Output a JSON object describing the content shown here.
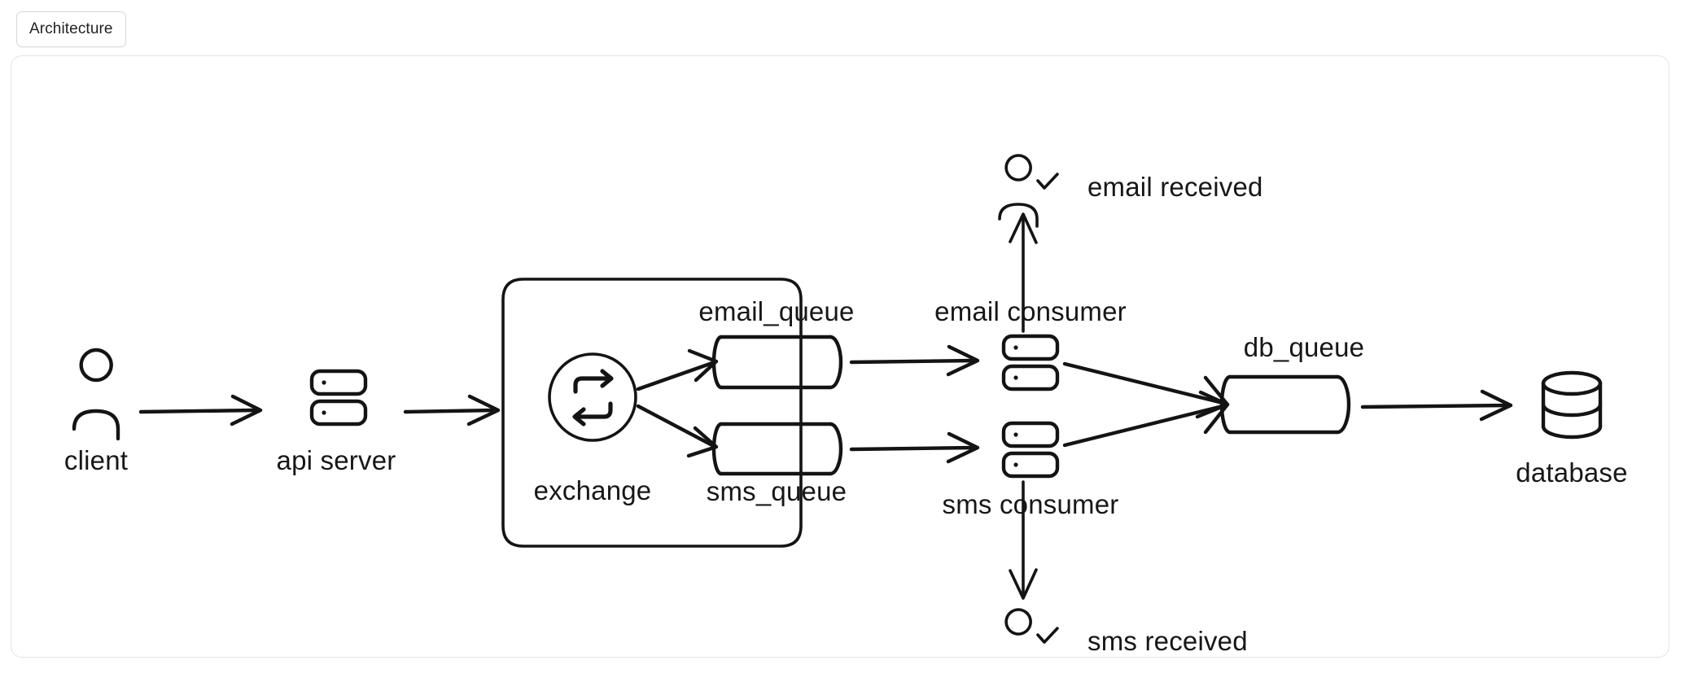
{
  "window": {
    "background_color": "#ffffff"
  },
  "tabs": [
    {
      "label": "Architecture",
      "selected": true
    }
  ],
  "diagram": {
    "title": "Architecture",
    "stroke_color": "#141414",
    "text_color": "#17171a",
    "card_border_color": "#e3e3e7",
    "style": "hand-drawn",
    "nodes": [
      {
        "id": "client",
        "label": "client",
        "icon": "user-icon",
        "label_position": "below"
      },
      {
        "id": "api_server",
        "label": "api server",
        "icon": "server-rack-icon",
        "label_position": "below"
      },
      {
        "id": "exchange",
        "label": "exchange",
        "icon": "exchange-swap-icon",
        "label_position": "below"
      },
      {
        "id": "email_queue",
        "label": "email_queue",
        "icon": "queue-cylinder-icon",
        "label_position": "above"
      },
      {
        "id": "sms_queue",
        "label": "sms_queue",
        "icon": "queue-cylinder-icon",
        "label_position": "below"
      },
      {
        "id": "email_consumer",
        "label": "email consumer",
        "icon": "server-rack-icon",
        "label_position": "above"
      },
      {
        "id": "sms_consumer",
        "label": "sms consumer",
        "icon": "server-rack-icon",
        "label_position": "below"
      },
      {
        "id": "email_received",
        "label": "email received",
        "icon": "user-check-icon",
        "label_position": "right"
      },
      {
        "id": "sms_received",
        "label": "sms received",
        "icon": "user-check-icon",
        "label_position": "right"
      },
      {
        "id": "db_queue",
        "label": "db_queue",
        "icon": "queue-cylinder-icon",
        "label_position": "above"
      },
      {
        "id": "database",
        "label": "database",
        "icon": "database-cylinder-icon",
        "label_position": "below"
      }
    ],
    "groups": [
      {
        "id": "broker",
        "label": "",
        "contains": [
          "exchange",
          "email_queue",
          "sms_queue"
        ]
      }
    ],
    "edges": [
      {
        "from": "client",
        "to": "api_server",
        "arrow": true,
        "direction": "right"
      },
      {
        "from": "api_server",
        "to": "broker",
        "arrow": true,
        "direction": "right"
      },
      {
        "from": "exchange",
        "to": "email_queue",
        "arrow": true,
        "direction": "up-right"
      },
      {
        "from": "exchange",
        "to": "sms_queue",
        "arrow": true,
        "direction": "down-right"
      },
      {
        "from": "email_queue",
        "to": "email_consumer",
        "arrow": true,
        "direction": "right"
      },
      {
        "from": "sms_queue",
        "to": "sms_consumer",
        "arrow": true,
        "direction": "right"
      },
      {
        "from": "email_consumer",
        "to": "email_received",
        "arrow": true,
        "direction": "up"
      },
      {
        "from": "sms_consumer",
        "to": "sms_received",
        "arrow": true,
        "direction": "down"
      },
      {
        "from": "email_consumer",
        "to": "db_queue",
        "arrow": true,
        "direction": "down-right"
      },
      {
        "from": "sms_consumer",
        "to": "db_queue",
        "arrow": true,
        "direction": "up-right"
      },
      {
        "from": "db_queue",
        "to": "database",
        "arrow": true,
        "direction": "right"
      }
    ]
  }
}
